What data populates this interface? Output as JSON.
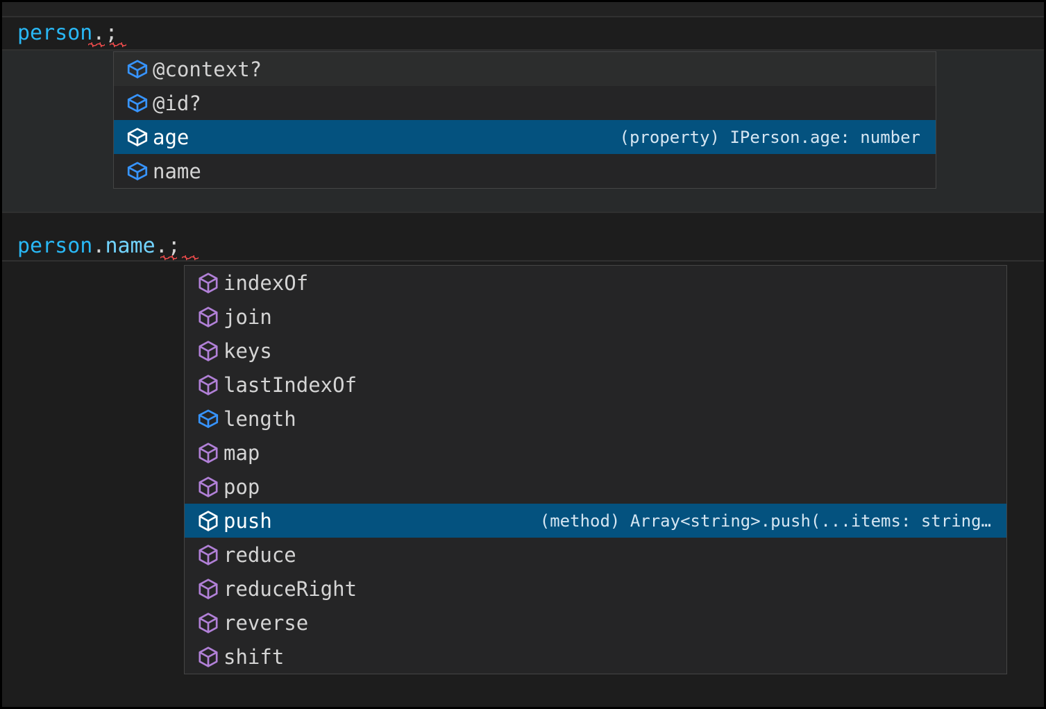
{
  "editor": {
    "background": "#1e1e1e",
    "selection_color": "#04527f",
    "error_squiggle_color": "#f14c4c",
    "lines": [
      {
        "id": "line-1",
        "tokens": [
          {
            "text": "person",
            "kind": "object-identifier",
            "color": "#29b8f5"
          },
          {
            "text": ".",
            "kind": "punctuation",
            "color": "#d4d4d4"
          },
          {
            "text": ";",
            "kind": "punctuation",
            "color": "#d4d4d4"
          }
        ],
        "plain": "person.;"
      },
      {
        "id": "line-2",
        "tokens": [
          {
            "text": "person",
            "kind": "object-identifier",
            "color": "#29b8f5"
          },
          {
            "text": ".",
            "kind": "punctuation",
            "color": "#d4d4d4"
          },
          {
            "text": "name",
            "kind": "property",
            "color": "#72d4ff"
          },
          {
            "text": ".",
            "kind": "punctuation",
            "color": "#d4d4d4"
          },
          {
            "text": ";",
            "kind": "punctuation",
            "color": "#d4d4d4"
          }
        ],
        "plain": "person.name.;"
      }
    ]
  },
  "suggest_1": {
    "name": "completion-popup-person",
    "items": [
      {
        "label": "@context?",
        "icon": "property-cube-icon",
        "icon_color": "#3794ff",
        "detail": "",
        "state": "hover"
      },
      {
        "label": "@id?",
        "icon": "property-cube-icon",
        "icon_color": "#3794ff",
        "detail": "",
        "state": "normal"
      },
      {
        "label": "age",
        "icon": "property-cube-icon",
        "icon_color": "#ffffff",
        "detail": "(property) IPerson.age: number",
        "state": "selected"
      },
      {
        "label": "name",
        "icon": "property-cube-icon",
        "icon_color": "#3794ff",
        "detail": "",
        "state": "normal"
      }
    ]
  },
  "suggest_2": {
    "name": "completion-popup-person-name",
    "items": [
      {
        "label": "indexOf",
        "icon": "method-cube-icon",
        "icon_color": "#b180d7",
        "detail": "",
        "state": "normal"
      },
      {
        "label": "join",
        "icon": "method-cube-icon",
        "icon_color": "#b180d7",
        "detail": "",
        "state": "normal"
      },
      {
        "label": "keys",
        "icon": "method-cube-icon",
        "icon_color": "#b180d7",
        "detail": "",
        "state": "normal"
      },
      {
        "label": "lastIndexOf",
        "icon": "method-cube-icon",
        "icon_color": "#b180d7",
        "detail": "",
        "state": "normal"
      },
      {
        "label": "length",
        "icon": "property-cube-icon",
        "icon_color": "#3794ff",
        "detail": "",
        "state": "normal"
      },
      {
        "label": "map",
        "icon": "method-cube-icon",
        "icon_color": "#b180d7",
        "detail": "",
        "state": "normal"
      },
      {
        "label": "pop",
        "icon": "method-cube-icon",
        "icon_color": "#b180d7",
        "detail": "",
        "state": "normal"
      },
      {
        "label": "push",
        "icon": "method-cube-icon",
        "icon_color": "#ffffff",
        "detail": "(method) Array<string>.push(...items: string…",
        "state": "selected"
      },
      {
        "label": "reduce",
        "icon": "method-cube-icon",
        "icon_color": "#b180d7",
        "detail": "",
        "state": "normal"
      },
      {
        "label": "reduceRight",
        "icon": "method-cube-icon",
        "icon_color": "#b180d7",
        "detail": "",
        "state": "normal"
      },
      {
        "label": "reverse",
        "icon": "method-cube-icon",
        "icon_color": "#b180d7",
        "detail": "",
        "state": "normal"
      },
      {
        "label": "shift",
        "icon": "method-cube-icon",
        "icon_color": "#b180d7",
        "detail": "",
        "state": "normal"
      }
    ]
  }
}
